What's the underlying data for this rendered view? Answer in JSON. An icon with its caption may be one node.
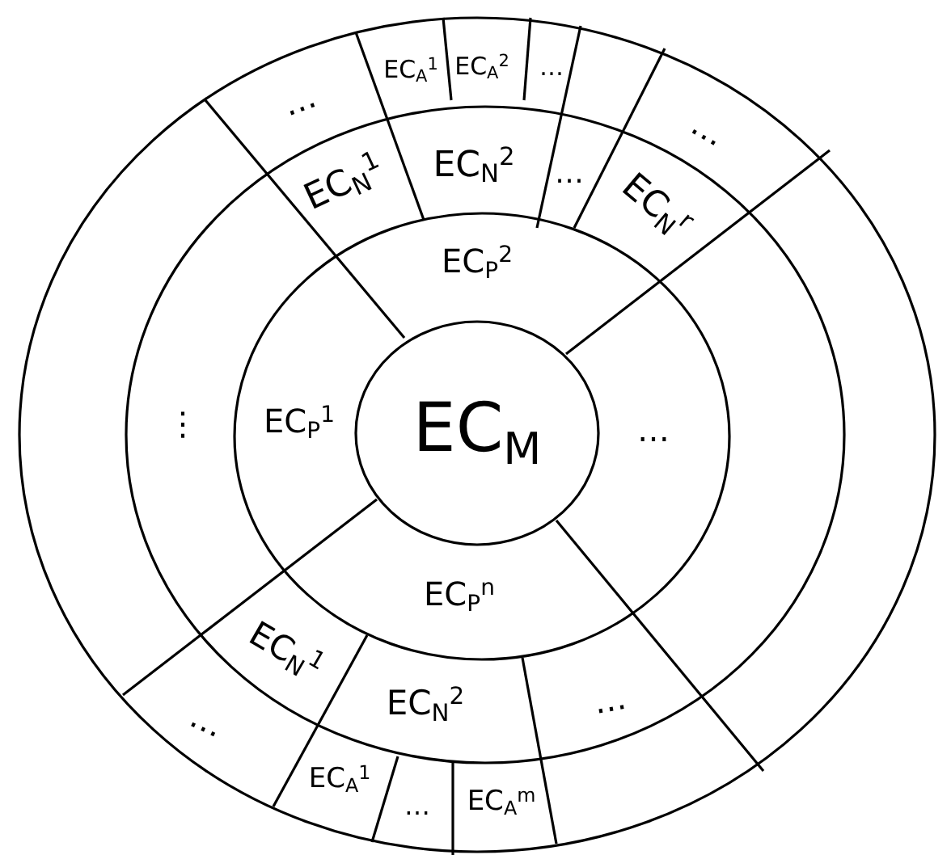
{
  "diagram": {
    "nodes": [
      {
        "text": [
          "EC$_{M}$"
        ]
      }
    ],
    "labels": [
      "…",
      "EC$_{A}$$^{1}$",
      "EC$_{A}$$^{2}$",
      "…",
      "…",
      "EC$_{N}$$^{1}$",
      "EC$_{N}$$^{2}$",
      "…",
      "EC$_{N}$$^{r}$",
      "EC$_{P}$$^{2}$",
      "⋮",
      "EC$_{P}$$^{1}$",
      "…",
      "EC$_{P}$$^{n}$",
      "EC$_{N}$$^{1}$",
      "EC$_{N}$$^{2}$",
      "…",
      "…",
      "EC$_{A}$$^{1}$",
      "…",
      "EC$_{A}$$^{m}$"
    ]
  }
}
